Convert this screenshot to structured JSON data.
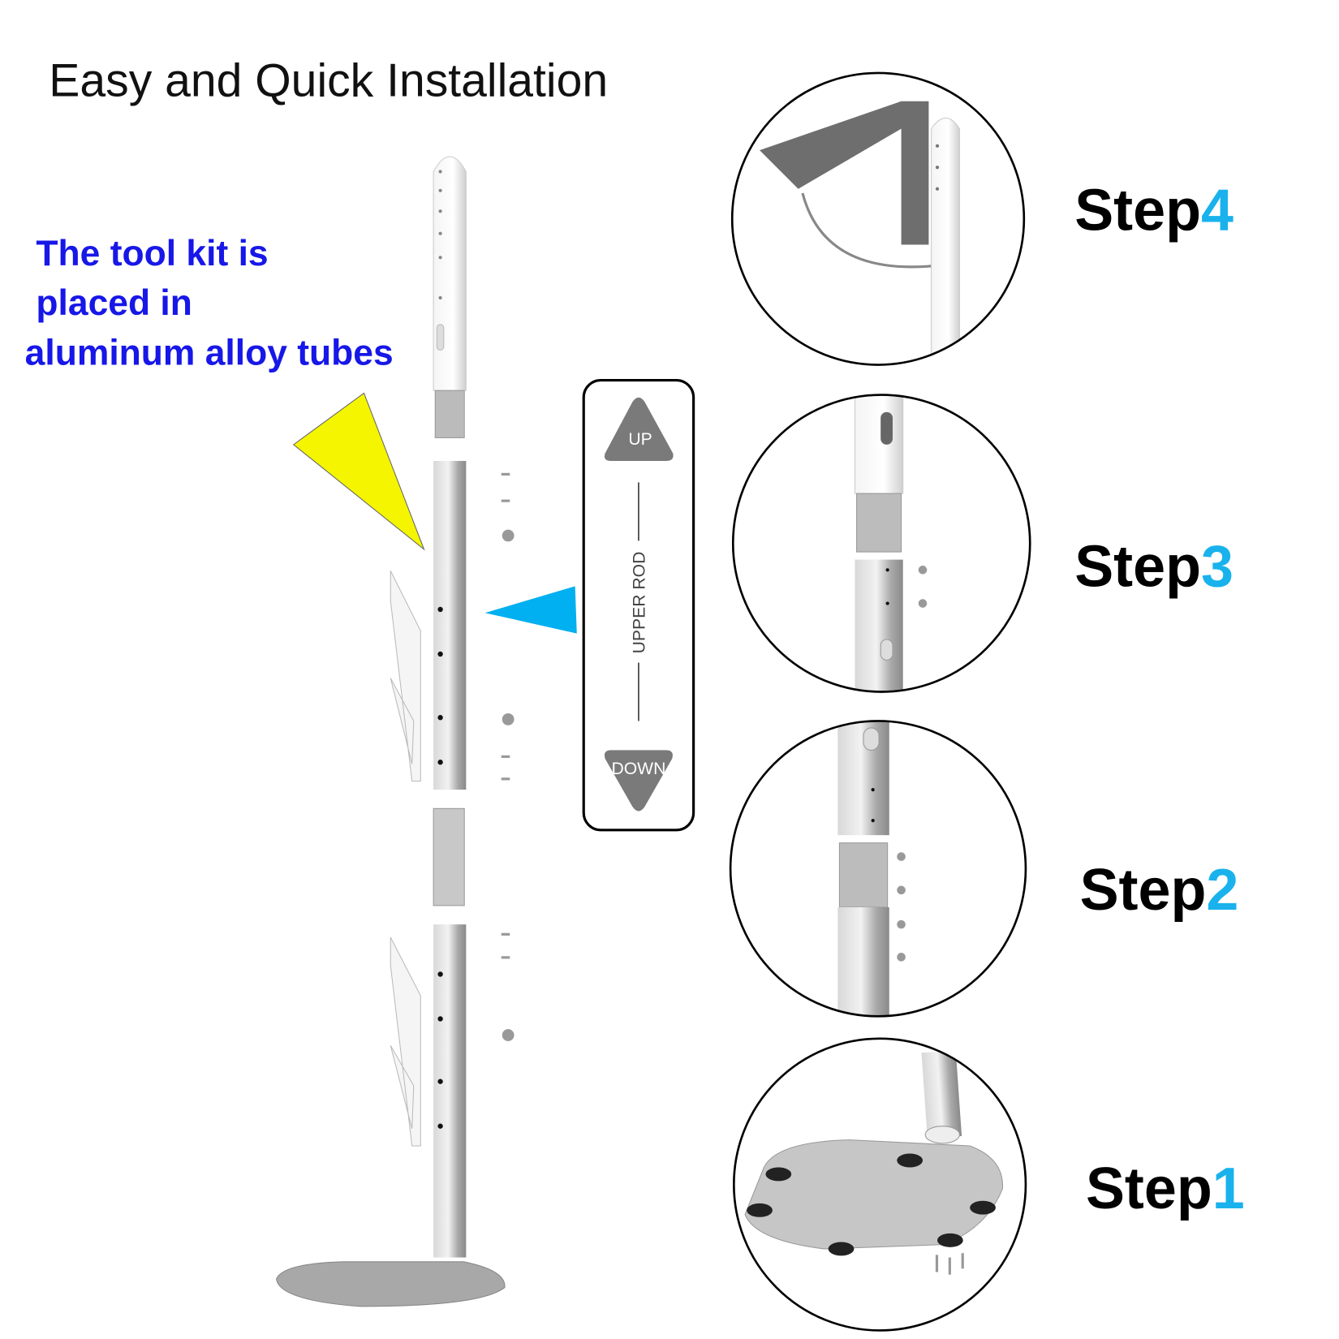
{
  "title": "Easy and Quick Installation",
  "note": {
    "lines": [
      "The tool kit is",
      "placed in",
      "aluminum alloy tubes"
    ],
    "color": "#1717e8"
  },
  "orientation_panel": {
    "up_label": "UP",
    "rod_label": "UPPER ROD",
    "down_label": "DOWN"
  },
  "steps": [
    {
      "word": "Step",
      "number": "4"
    },
    {
      "word": "Step",
      "number": "3"
    },
    {
      "word": "Step",
      "number": "2"
    },
    {
      "word": "Step",
      "number": "1"
    }
  ],
  "colors": {
    "accent": "#19b2ec",
    "pointer_yellow": "#f5f500",
    "pointer_blue": "#00b0f0"
  }
}
